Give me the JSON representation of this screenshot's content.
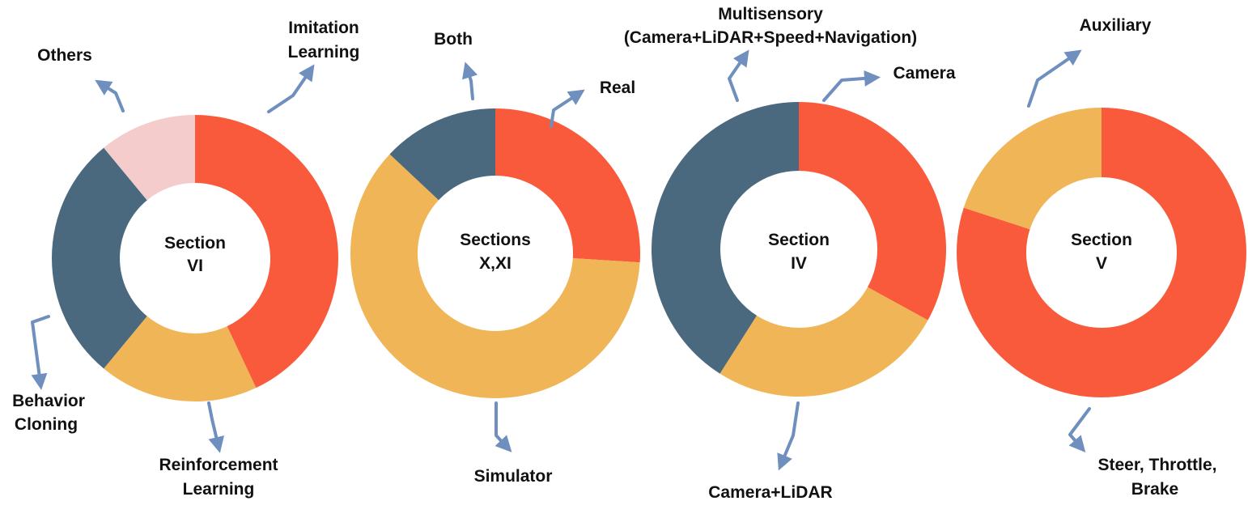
{
  "colors": {
    "red": "#fa5a3c",
    "yellow": "#f0b556",
    "slate": "#4a687e",
    "pink": "#f5cccc",
    "arrow": "#6f8fbf"
  },
  "chart_data": [
    {
      "type": "donut",
      "title": [
        "Section",
        "VI"
      ],
      "slices": [
        {
          "label": [
            "Imitation",
            "Learning"
          ],
          "value": 43,
          "color": "#fa5a3c"
        },
        {
          "label": [
            "Reinforcement",
            "Learning"
          ],
          "value": 18,
          "color": "#f0b556"
        },
        {
          "label": [
            "Behavior",
            "Cloning"
          ],
          "value": 28,
          "color": "#4a687e"
        },
        {
          "label": [
            "Others"
          ],
          "value": 11,
          "color": "#f5cccc"
        }
      ]
    },
    {
      "type": "donut",
      "title": [
        "Sections",
        "X,XI"
      ],
      "slices": [
        {
          "label": [
            "Real"
          ],
          "value": 26,
          "color": "#fa5a3c"
        },
        {
          "label": [
            "Simulator"
          ],
          "value": 61,
          "color": "#f0b556"
        },
        {
          "label": [
            "Both"
          ],
          "value": 13,
          "color": "#4a687e"
        }
      ]
    },
    {
      "type": "donut",
      "title": [
        "Section",
        "IV"
      ],
      "slices": [
        {
          "label": [
            "Camera"
          ],
          "value": 33,
          "color": "#fa5a3c"
        },
        {
          "label": [
            "Camera+LiDAR"
          ],
          "value": 26,
          "color": "#f0b556"
        },
        {
          "label": [
            "Multisensory",
            "(Camera+LiDAR+Speed+Navigation)"
          ],
          "value": 41,
          "color": "#4a687e"
        }
      ]
    },
    {
      "type": "donut",
      "title": [
        "Section",
        "V"
      ],
      "slices": [
        {
          "label": [
            "Steer, Throttle,",
            "Brake"
          ],
          "value": 80,
          "color": "#fa5a3c"
        },
        {
          "label": [
            "Auxiliary"
          ],
          "value": 20,
          "color": "#f0b556"
        }
      ]
    }
  ]
}
